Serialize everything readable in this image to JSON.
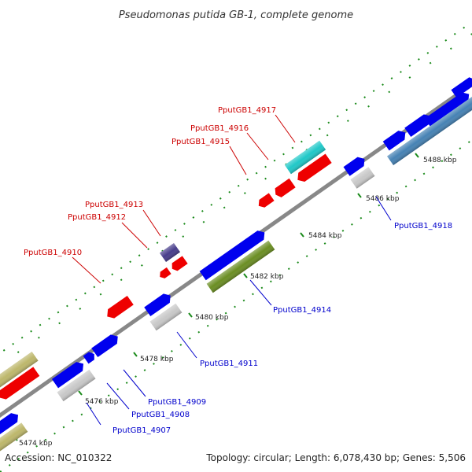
{
  "title": "Pseudomonas putida GB-1, complete genome",
  "footer": {
    "accession": "Accession: NC_010322",
    "summary": "Topology: circular; Length: 6,078,430 bp; Genes: 5,506"
  },
  "colors": {
    "forward_gene": "#0000ee",
    "reverse_gene": "#ee0000",
    "forward_label": "#0000cc",
    "reverse_label": "#cc0000",
    "backbone": "#888888",
    "tick": "#1a8a1a",
    "olive": "#6b8e23",
    "khaki": "#bdb76b",
    "gray": "#c8c8c8",
    "cyan": "#20c8c8",
    "steel": "#4682b4",
    "slate": "#483d8b"
  },
  "ticks": [
    "5474 kbp",
    "5476 kbp",
    "5478 kbp",
    "5480 kbp",
    "5482 kbp",
    "5484 kbp",
    "5486 kbp",
    "5488 kbp"
  ],
  "gene_labels": {
    "forward": [
      "PputGB1_4907",
      "PputGB1_4908",
      "PputGB1_4909",
      "PputGB1_4911",
      "PputGB1_4914",
      "PputGB1_4918"
    ],
    "reverse": [
      "PputGB1_4910",
      "PputGB1_4912",
      "PputGB1_4913",
      "PputGB1_4915",
      "PputGB1_4916",
      "PputGB1_4917"
    ]
  }
}
